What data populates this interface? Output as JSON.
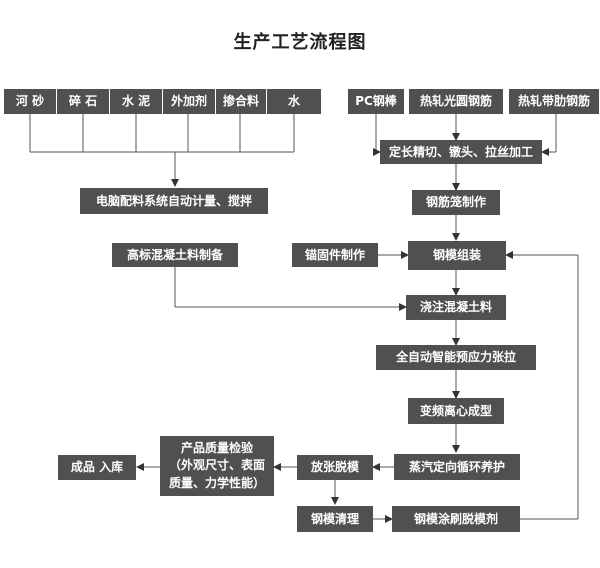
{
  "title": "生产工艺流程图",
  "raw_materials": [
    "河 砂",
    "碎 石",
    "水 泥",
    "外加剂",
    "掺合料",
    "水"
  ],
  "steel_materials": [
    "PC钢棒",
    "热轧光圆钢筋",
    "热轧带肋钢筋"
  ],
  "steps": {
    "cut": "定长精切、镦头、拉丝加工",
    "mix": "电脑配料系统自动计量、搅拌",
    "cage": "钢筋笼制作",
    "concrete_prep": "高标混凝土料制备",
    "anchor": "锚固件制作",
    "mold_assembly": "钢模组装",
    "pour": "浇注混凝土料",
    "tension": "全自动智能预应力张拉",
    "centrifuge": "变频离心成型",
    "steam": "蒸汽定向循环养护",
    "release": "放张脱模",
    "inspection_line1": "产品质量检验",
    "inspection_line2": "（外观尺寸、表面",
    "inspection_line3": "质量、力学性能）",
    "storage": "成品 入库",
    "mold_clean": "钢模清理",
    "release_agent": "钢模涂刷脱模剂"
  }
}
